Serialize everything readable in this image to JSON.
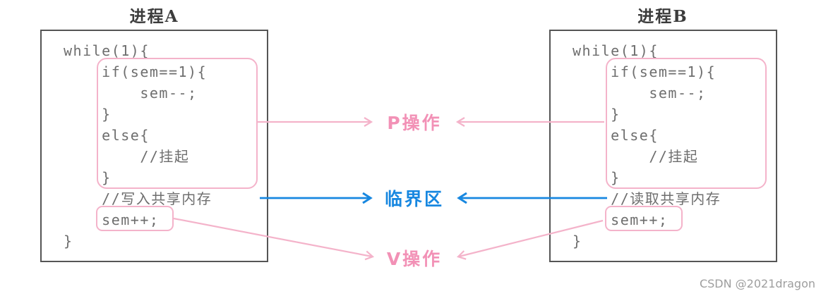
{
  "colors": {
    "pink_line": "#f4b3ca",
    "pink_text": "#f291b6",
    "blue": "#1787e0",
    "box_border": "#555555",
    "code_text": "#6e6e6e",
    "title_text": "#3c3c3c",
    "watermark_text": "#9e9e9e"
  },
  "processA": {
    "title": "进程A",
    "code": [
      "while(1){",
      "    if(sem==1){",
      "        sem--;",
      "    }",
      "    else{",
      "        //挂起",
      "    }",
      "    //写入共享内存",
      "    sem++;",
      "}"
    ]
  },
  "processB": {
    "title": "进程B",
    "code": [
      "while(1){",
      "    if(sem==1){",
      "        sem--;",
      "    }",
      "    else{",
      "        //挂起",
      "    }",
      "    //读取共享内存",
      "    sem++;",
      "}"
    ]
  },
  "labels": {
    "p_operation": "P操作",
    "critical_section": "临界区",
    "v_operation": "V操作"
  },
  "watermark": "CSDN @2021dragon"
}
